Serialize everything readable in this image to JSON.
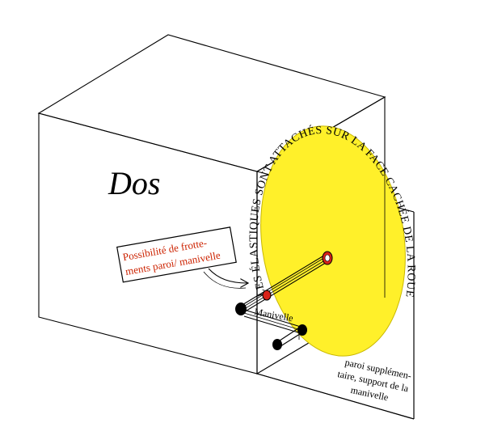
{
  "labels": {
    "back_face": "Dos",
    "friction_note_line1": "Possibilité de frotte-",
    "friction_note_line2": "ments paroi/ manivelle",
    "crank": "Manivelle",
    "wall_note_line1": "paroi supplémen-",
    "wall_note_line2": "taire, support de la",
    "wall_note_line3": "manivelle",
    "arc_caption": "LES ÉLASTIQUES SONT ATTACHÉS SUR LA FACE CACHÉE DE LA ROUE"
  },
  "colors": {
    "wheel_fill": "#fff02a",
    "wheel_stroke": "#c9b800",
    "note_text": "#cc2200",
    "line": "#000000"
  }
}
